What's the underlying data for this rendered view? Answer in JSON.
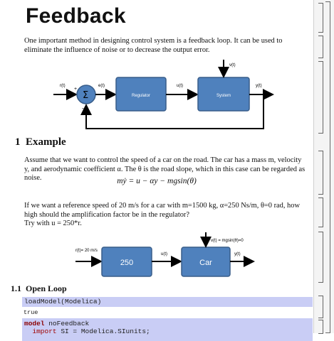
{
  "doc": {
    "title": "Feedback",
    "intro": "One important method in designing control system is a feedback loop. It can be used to eliminate the influence of noise or to decrease the output error.",
    "section1": {
      "number": "1",
      "title": "Example"
    },
    "example_text": "Assume that we want to control the speed of a car on the road. The car has a mass m, velocity y, and aerodynamic coefficient α. The θ is the road slope, which in this case can be regarded as noise.",
    "equation": "mẏ = u − αy − mgsin(θ)",
    "question_line1": "If we want a reference speed of 20 m/s for a car with m=1500 kg, α=250 Ns/m, θ=0 rad, how high should the amplification factor be in the regulator?",
    "question_line2": "Try with u = 250*r.",
    "section11": {
      "number": "1.1",
      "title": "Open Loop"
    },
    "code1": "loadModel(Modelica)",
    "code1_result": "true",
    "code2_line1_kw": "model",
    "code2_line1_rest": " noFeedback",
    "code2_line2_kw": "import",
    "code2_line2_rest": " SI = Modelica.SIunits;"
  },
  "diagram1": {
    "input_label": "r(t)",
    "sum_label": "Σ",
    "plus_sign": "+",
    "minus_sign": "-",
    "error_label": "e(t)",
    "regulator_label": "Regulator",
    "control_label": "u(t)",
    "system_label": "System",
    "noise_label": "v(t)",
    "output_label": "y(t)"
  },
  "diagram2": {
    "input_label": "r(t)= 20 m/s",
    "gain_label": "250",
    "control_label": "u(t)",
    "plant_label": "Car",
    "noise_label": "v(t) = mgsin(θ)=0",
    "output_label": "y(t)"
  },
  "colors": {
    "block_fill": "#4f81bd",
    "block_stroke": "#385d8a",
    "code_bg": "#c9cdf5"
  }
}
